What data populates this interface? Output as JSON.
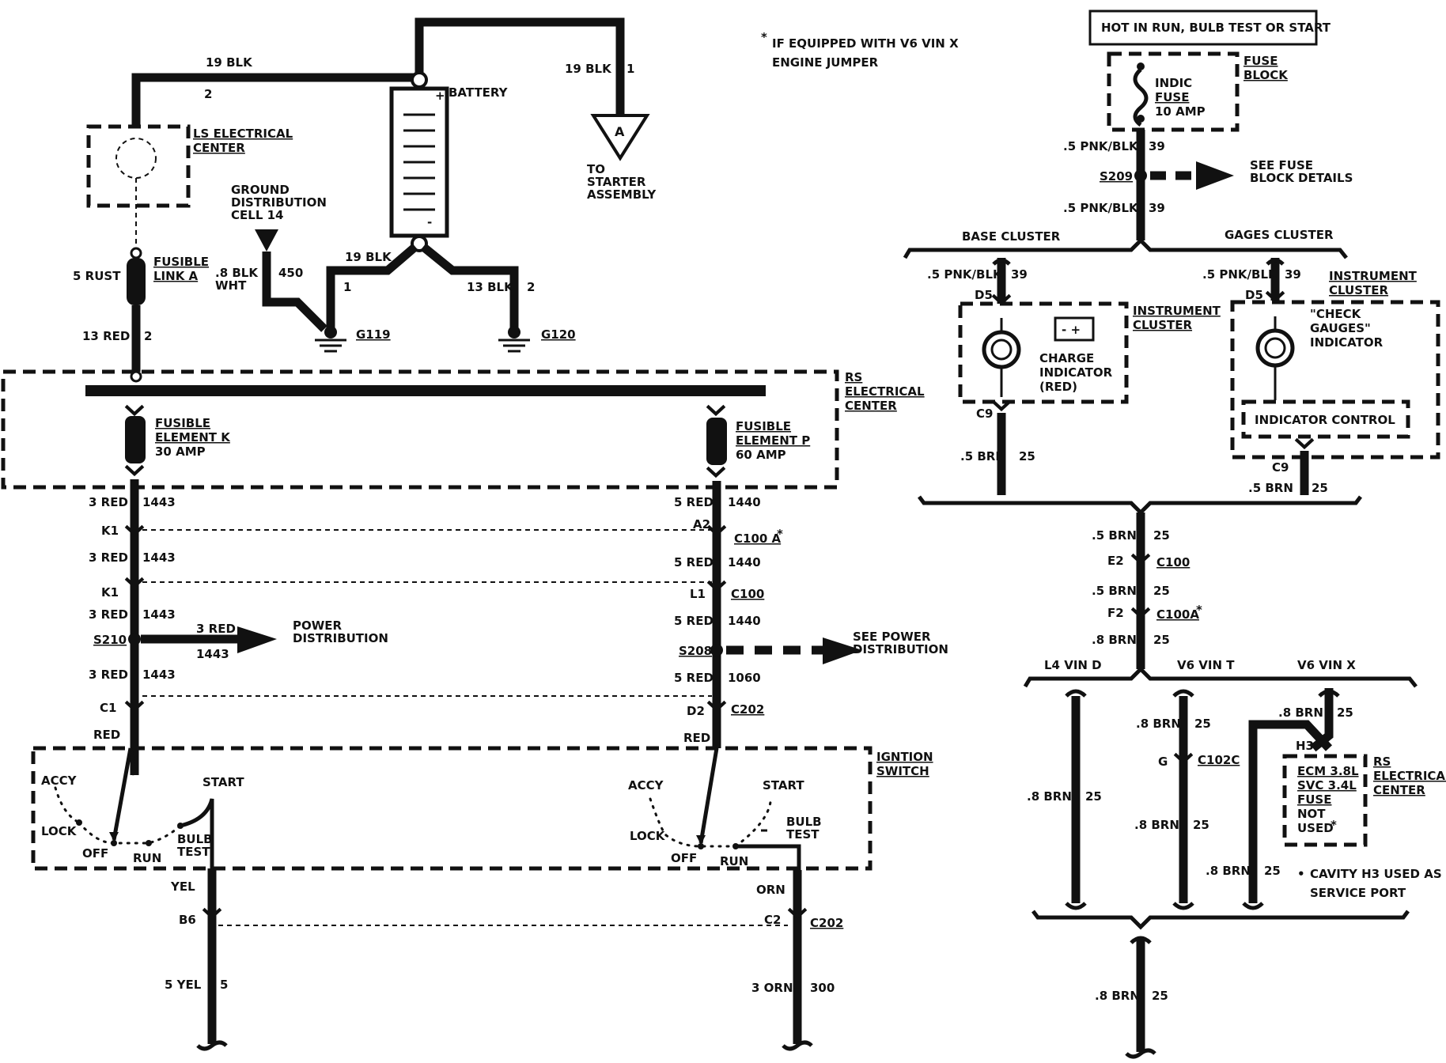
{
  "notes": {
    "v6_jumper_line1": "IF EQUIPPED WITH V6 VIN X",
    "v6_jumper_line2": "ENGINE JUMPER",
    "cavity_line1": "CAVITY H3 USED AS",
    "cavity_line2": "SERVICE PORT"
  },
  "battery": {
    "label": "BATTERY",
    "pos_wire_gauge": "19 BLK",
    "pos_wire_pin": "2",
    "starter_wire_gauge": "19 BLK",
    "starter_wire_pin": "1",
    "starter_tag": "A",
    "starter_line1": "TO",
    "starter_line2": "STARTER",
    "starter_line3": "ASSEMBLY",
    "neg_wire_gauge": "19 BLK",
    "neg_wire_pin": "1",
    "g120_wire_gauge": "13 BLK",
    "g120_wire_pin": "2",
    "g119": "G119",
    "g120": "G120"
  },
  "ground_distribution": {
    "line1": "GROUND",
    "line2": "DISTRIBUTION",
    "line3": "CELL 14",
    "wire_gauge": ".8 BLK",
    "wire_color": "WHT",
    "circuit": "450"
  },
  "ls_center": {
    "line1": "LS ELECTRICAL",
    "line2": "CENTER",
    "fusible_link_line1": "FUSIBLE",
    "fusible_link_line2": "LINK A",
    "rust_label": "5 RUST",
    "red_label": "13 RED",
    "red_pin": "2"
  },
  "rs_center": {
    "line1": "RS",
    "line2": "ELECTRICAL",
    "line3": "CENTER",
    "element_k_line1": "FUSIBLE",
    "element_k_line2": "ELEMENT K",
    "element_k_line3": "30 AMP",
    "element_p_line1": "FUSIBLE",
    "element_p_line2": "ELEMENT P",
    "element_p_line3": "60 AMP"
  },
  "left_circuit": {
    "seg1_gauge": "3 RED",
    "seg1_circuit": "1443",
    "k1_a": "K1",
    "seg2_gauge": "3 RED",
    "seg2_circuit": "1443",
    "k1_b": "K1",
    "seg3_gauge": "3 RED",
    "seg3_circuit": "1443",
    "splice": "S210",
    "branch_gauge": "3 RED",
    "branch_circuit": "1443",
    "power_dist_line1": "POWER",
    "power_dist_line2": "DISTRIBUTION",
    "seg4_gauge": "3 RED",
    "seg4_circuit": "1443",
    "c1": "C1",
    "red": "RED"
  },
  "right_circuit": {
    "seg1_gauge": "5 RED",
    "seg1_circuit": "1440",
    "a2": "A2",
    "c100a": "C100 A",
    "seg2_gauge": "5 RED",
    "seg2_circuit": "1440",
    "l1": "L1",
    "c100": "C100",
    "seg3_gauge": "5 RED",
    "seg3_circuit": "1440",
    "splice": "S208",
    "see_power_line1": "SEE POWER",
    "see_power_line2": "DISTRIBUTION",
    "seg4_gauge": "5 RED",
    "seg4_circuit": "1060",
    "d2": "D2",
    "c202": "C202",
    "red": "RED"
  },
  "ignition": {
    "title_line1": "IGNTION",
    "title_line2": "SWITCH",
    "accy": "ACCY",
    "start": "START",
    "lock": "LOCK",
    "off": "OFF",
    "run": "RUN",
    "bulb": "BULB",
    "test": "TEST"
  },
  "left_output": {
    "yel": "YEL",
    "b6": "B6",
    "gauge": "5 YEL",
    "circuit": "5"
  },
  "right_output": {
    "orn": "ORN",
    "c2": "C2",
    "c202": "C202",
    "gauge": "3 ORN",
    "circuit": "300"
  },
  "fuse_block": {
    "hot_label": "HOT IN RUN, BULB TEST OR  START",
    "title_line1": "FUSE",
    "title_line2": "BLOCK",
    "fuse_line1": "INDIC",
    "fuse_line2": "FUSE",
    "fuse_line3": "10 AMP",
    "wire1_gauge": ".5 PNK/BLK",
    "wire1_circuit": "39",
    "splice": "S209",
    "see_fuse_line1": "SEE FUSE",
    "see_fuse_line2": "BLOCK DETAILS",
    "wire2_gauge": ".5 PNK/BLK",
    "wire2_circuit": "39"
  },
  "clusters": {
    "base": "BASE CLUSTER",
    "gages": "GAGES CLUSTER",
    "base_wire_gauge": ".5 PNK/BLK",
    "base_wire_circuit": "39",
    "gages_wire_gauge": ".5 PNK/BLK",
    "gages_wire_circuit": "39",
    "instrument_line1": "INSTRUMENT",
    "instrument_line2": "CLUSTER",
    "d5_base": "D5",
    "d5_gages": "D5",
    "charge_line1": "CHARGE",
    "charge_line2": "INDICATOR",
    "charge_line3": "(RED)",
    "check_line1": "\"CHECK",
    "check_line2": "GAUGES\"",
    "check_line3": "INDICATOR",
    "indicator_control": "INDICATOR CONTROL",
    "c9_base": "C9",
    "c9_gages": "C9",
    "base_brn_gauge": ".5 BRN",
    "base_brn_circuit": "25",
    "gages_brn_gauge": ".5 BRN",
    "gages_brn_circuit": "25"
  },
  "ground_path": {
    "brn1_gauge": ".5 BRN",
    "brn1_circuit": "25",
    "e2": "E2",
    "c100": "C100",
    "brn2_gauge": ".5 BRN",
    "brn2_circuit": "25",
    "f2": "F2",
    "c100a": "C100A",
    "brn3_gauge": ".8 BRN",
    "brn3_circuit": "25",
    "l4": "L4 VIN D",
    "v6t": "V6 VIN T",
    "v6x": "V6 VIN X",
    "l4_gauge": ".8 BRN",
    "l4_circuit": "25",
    "v6t_gauge1": ".8 BRN",
    "v6t_circuit1": "25",
    "g": "G",
    "c102c": "C102C",
    "v6t_gauge2": ".8 BRN",
    "v6t_circuit2": "25",
    "v6x_gauge": ".8 BRN",
    "v6x_circuit": "25",
    "h3": "H3",
    "ecm_line1": "ECM 3.8L",
    "ecm_line2": "SVC 3.4L",
    "ecm_line3": "FUSE",
    "ecm_line4": "NOT",
    "ecm_line5": "USED",
    "jumper_gauge": ".8 BRN",
    "jumper_circuit": "25",
    "rs_line1": "RS",
    "rs_line2": "ELECTRICAL",
    "rs_line3": "CENTER",
    "final_gauge": ".8 BRN",
    "final_circuit": "25"
  }
}
